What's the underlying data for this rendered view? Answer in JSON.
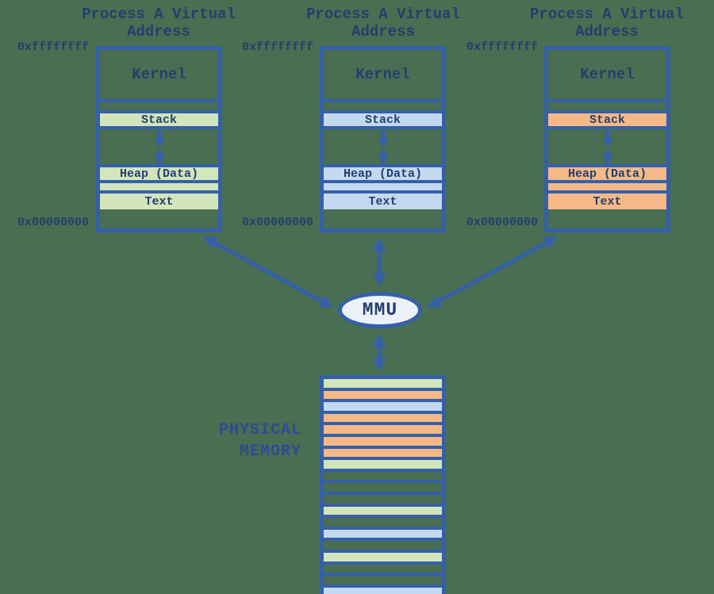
{
  "diagram_title": "Virtual address spaces mapped through MMU to physical memory",
  "colors": {
    "background": "#496e52",
    "line_blue": "#3560a8",
    "text_navy": "#223f6e",
    "physical_label_blue": "#2d4b94",
    "green": "#d3e5ba",
    "blue": "#c3d9f0",
    "orange": "#f5b987",
    "mmu_fill": "#edf2f9"
  },
  "processes": [
    {
      "title_line1": "Process A Virtual",
      "title_line2": "Address",
      "addr_high": "0xffffffff",
      "addr_low": "0x00000000",
      "kernel_label": "Kernel",
      "stack_label": "Stack",
      "heap_label": "Heap (Data)",
      "text_label": "Text",
      "fill": "#d3e5ba"
    },
    {
      "title_line1": "Process A Virtual",
      "title_line2": "Address",
      "addr_high": "0xffffffff",
      "addr_low": "0x00000000",
      "kernel_label": "Kernel",
      "stack_label": "Stack",
      "heap_label": "Heap (Data)",
      "text_label": "Text",
      "fill": "#c3d9f0"
    },
    {
      "title_line1": "Process A Virtual",
      "title_line2": "Address",
      "addr_high": "0xffffffff",
      "addr_low": "0x00000000",
      "kernel_label": "Kernel",
      "stack_label": "Stack",
      "heap_label": "Heap (Data)",
      "text_label": "Text",
      "fill": "#f5b987"
    }
  ],
  "mmu": {
    "label": "MMU"
  },
  "physical_memory": {
    "label_line1": "PHYSICAL",
    "label_line2": "MEMORY",
    "bars": [
      "green",
      "orange",
      "blue",
      "orange",
      "orange",
      "orange",
      "orange",
      "green",
      "empty",
      "empty",
      "empty",
      "green",
      "empty",
      "blue",
      "empty",
      "green",
      "empty",
      "empty",
      "blue"
    ]
  }
}
